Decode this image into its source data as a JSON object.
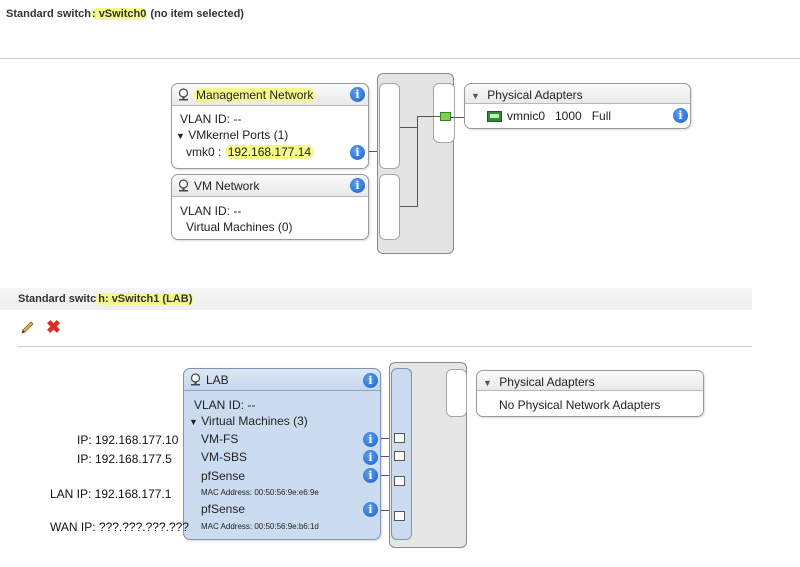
{
  "vswitch0": {
    "header_prefix": "Standard switch",
    "header_name": ": vSwitch0",
    "header_suffix": " (no item selected)",
    "mgmt": {
      "title": "Management Network",
      "vlan": "VLAN ID: --",
      "ports_label": "VMkernel Ports (1)",
      "vmk_label": "vmk0 :",
      "vmk_ip": "192.168.177.14"
    },
    "vmnet": {
      "title": "VM Network",
      "vlan": "VLAN ID: --",
      "vms": "Virtual Machines (0)"
    },
    "physical": {
      "title": "Physical Adapters",
      "adapter": "vmnic0   1000   Full"
    }
  },
  "vswitch1": {
    "header_prefix": "Standard switc",
    "header_name": "h: vSwitch1 (LAB)",
    "lab": {
      "title": "LAB",
      "vlan": "VLAN ID: --",
      "vms_label": "Virtual Machines (3)",
      "vm1": "VM-FS",
      "vm2": "VM-SBS",
      "vm3": "pfSense",
      "vm3_mac": "MAC Address: 00:50:56:9e:e6:9e",
      "vm4": "pfSense",
      "vm4_mac": "MAC Address: 00:50:56:9e:b6:1d"
    },
    "physical": {
      "title": "Physical Adapters",
      "none": "No Physical Network Adapters"
    }
  },
  "annotations": {
    "ip1": "IP: 192.168.177.10",
    "ip2": "IP: 192.168.177.5",
    "lan": "LAN IP: 192.168.177.1",
    "wan": "WAN IP: ???.???.???.???"
  },
  "icons": {
    "info": "i",
    "expand": "▼",
    "edit": "pencil-icon",
    "delete": "✖"
  },
  "colors": {
    "highlight": "#f4f98a",
    "lab_fill": "#cbdcf1",
    "info_blue": "#1a5fc8",
    "port_green": "#7dd24e",
    "delete_red": "#d93025"
  }
}
